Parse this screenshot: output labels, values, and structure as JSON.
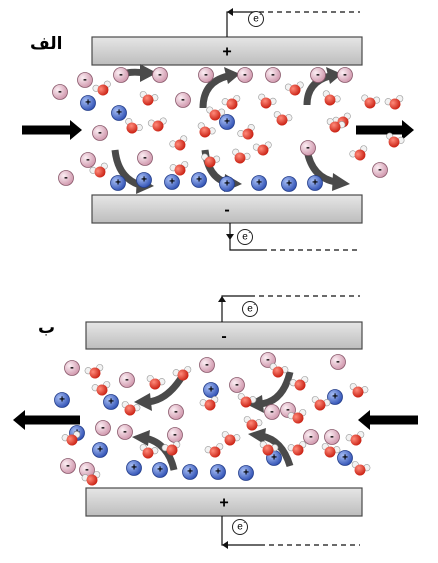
{
  "panels": [
    {
      "label": "الف",
      "top_plate_sign": "+",
      "bottom_plate_sign": "-",
      "top_electron": "e-",
      "bottom_electron": "e-",
      "flow_direction": "right"
    },
    {
      "label": "ب",
      "top_plate_sign": "-",
      "bottom_plate_sign": "+",
      "top_electron": "e-",
      "bottom_electron": "e-",
      "flow_direction": "left"
    }
  ],
  "ion_signs": {
    "anion": "-",
    "cation": "+"
  },
  "colors": {
    "plate_fill": "#d3d3d3",
    "plate_stroke": "#4a4a4a",
    "anion": "#e4b8c8",
    "anion_stroke": "#8a5a6c",
    "cation": "#4a6fd0",
    "cation_stroke": "#243e8a",
    "water_o": "#e23a2a",
    "water_h": "#f2f2f2",
    "curved_arrow": "#4a4a4a",
    "flow_arrow": "#000000"
  },
  "icons": [
    "electron-circle-icon",
    "flow-arrow-icon",
    "curved-arrow-icon",
    "water-molecule-icon"
  ]
}
